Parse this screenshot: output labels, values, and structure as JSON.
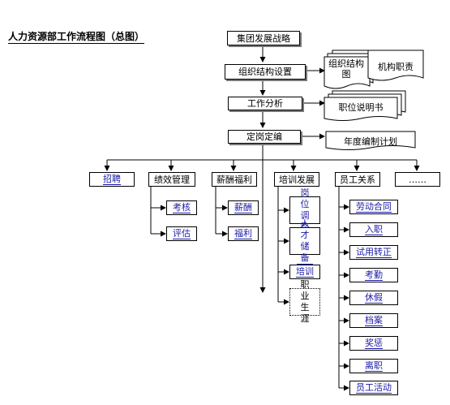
{
  "title": "人力资源部工作流程图（总图）",
  "main_flow": [
    "集团发展战略",
    "组织结构设置",
    "工作分析",
    "定岗定编"
  ],
  "documents": {
    "org_chart": "组织结构图",
    "job_duties": "机构职责",
    "job_description": "职位说明书",
    "annual_plan": "年度编制计划"
  },
  "categories": [
    "招聘",
    "绩效管理",
    "薪酬福利",
    "培训发展",
    "员工关系",
    "……"
  ],
  "performance_items": [
    "考核",
    "评估"
  ],
  "compensation_items": [
    "薪酬",
    "福利"
  ],
  "training_items": [
    "岗位调整",
    "人才储备",
    "培训",
    "职业生涯"
  ],
  "employee_relations_items": [
    "劳动合同",
    "入职",
    "试用转正",
    "考勤",
    "休假",
    "档案",
    "奖惩",
    "离职",
    "员工活动"
  ]
}
